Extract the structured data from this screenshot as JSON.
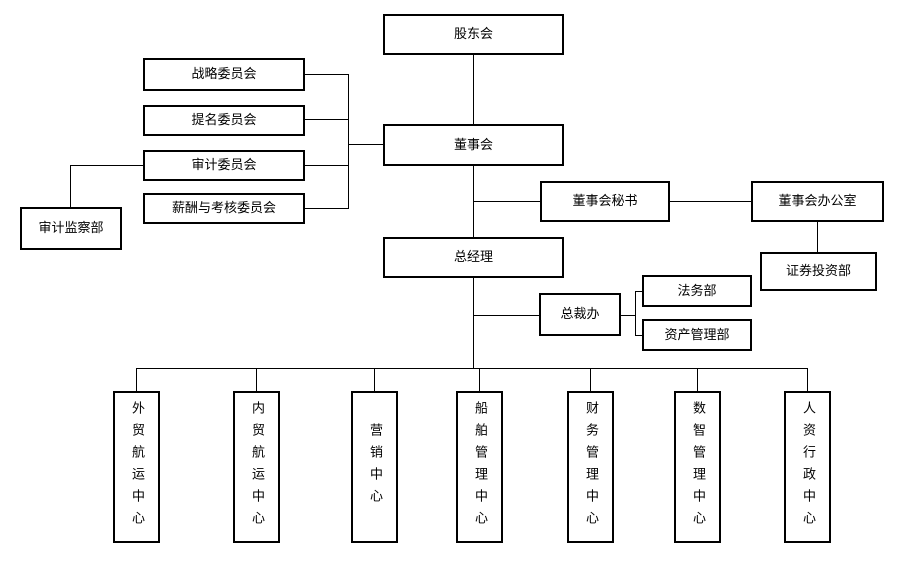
{
  "diagram": {
    "type": "org-chart",
    "nodes": {
      "shareholders": "股东会",
      "board": "董事会",
      "general_manager": "总经理",
      "committees": [
        "战略委员会",
        "提名委员会",
        "审计委员会",
        "薪酬与考核委员会"
      ],
      "audit_supervision_dept": "审计监察部",
      "board_secretary": "董事会秘书",
      "board_office": "董事会办公室",
      "securities_investment_dept": "证券投资部",
      "president_office": "总裁办",
      "legal_dept": "法务部",
      "asset_management_dept": "资产管理部",
      "centers": [
        "外贸航运中心",
        "内贸航运中心",
        "营销中心",
        "船舶管理中心",
        "财务管理中心",
        "数智管理中心",
        "人资行政中心"
      ]
    },
    "edges": [
      [
        "shareholders",
        "board"
      ],
      [
        "board",
        "committees.0"
      ],
      [
        "board",
        "committees.1"
      ],
      [
        "board",
        "committees.2"
      ],
      [
        "board",
        "committees.3"
      ],
      [
        "committees.2",
        "audit_supervision_dept"
      ],
      [
        "board",
        "general_manager"
      ],
      [
        "board",
        "board_secretary"
      ],
      [
        "board_secretary",
        "board_office"
      ],
      [
        "board_office",
        "securities_investment_dept"
      ],
      [
        "general_manager",
        "president_office"
      ],
      [
        "president_office",
        "legal_dept"
      ],
      [
        "president_office",
        "asset_management_dept"
      ],
      [
        "general_manager",
        "centers.0"
      ],
      [
        "general_manager",
        "centers.1"
      ],
      [
        "general_manager",
        "centers.2"
      ],
      [
        "general_manager",
        "centers.3"
      ],
      [
        "general_manager",
        "centers.4"
      ],
      [
        "general_manager",
        "centers.5"
      ],
      [
        "general_manager",
        "centers.6"
      ]
    ],
    "colors": {
      "background": "#ffffff",
      "line": "#000000",
      "text": "#000000"
    }
  }
}
